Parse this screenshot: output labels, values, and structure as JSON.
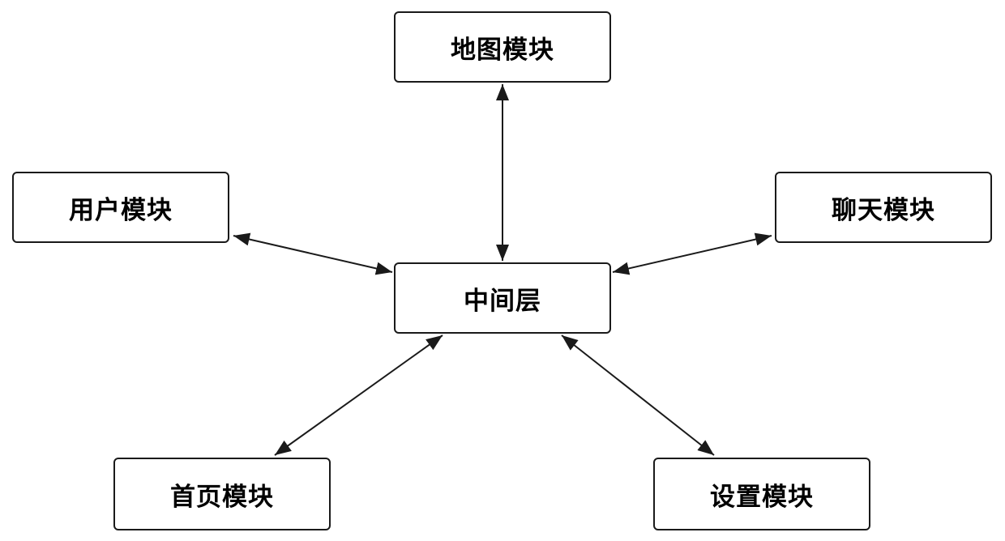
{
  "diagram": {
    "type": "module-architecture",
    "background_color": "#ffffff",
    "node_border_color": "#1a1a1a",
    "node_fill_color": "#ffffff",
    "arrow_color": "#1a1a1a",
    "nodes": [
      {
        "id": "map",
        "label": "地图模块",
        "position": "top-center"
      },
      {
        "id": "user",
        "label": "用户模块",
        "position": "middle-left"
      },
      {
        "id": "chat",
        "label": "聊天模块",
        "position": "middle-right"
      },
      {
        "id": "middle",
        "label": "中间层",
        "position": "center"
      },
      {
        "id": "home",
        "label": "首页模块",
        "position": "bottom-left"
      },
      {
        "id": "settings",
        "label": "设置模块",
        "position": "bottom-right"
      }
    ],
    "edges": [
      {
        "from": "map",
        "to": "middle",
        "bidirectional": true
      },
      {
        "from": "user",
        "to": "middle",
        "bidirectional": true
      },
      {
        "from": "chat",
        "to": "middle",
        "bidirectional": true
      },
      {
        "from": "home",
        "to": "middle",
        "bidirectional": true
      },
      {
        "from": "settings",
        "to": "middle",
        "bidirectional": true
      }
    ]
  }
}
